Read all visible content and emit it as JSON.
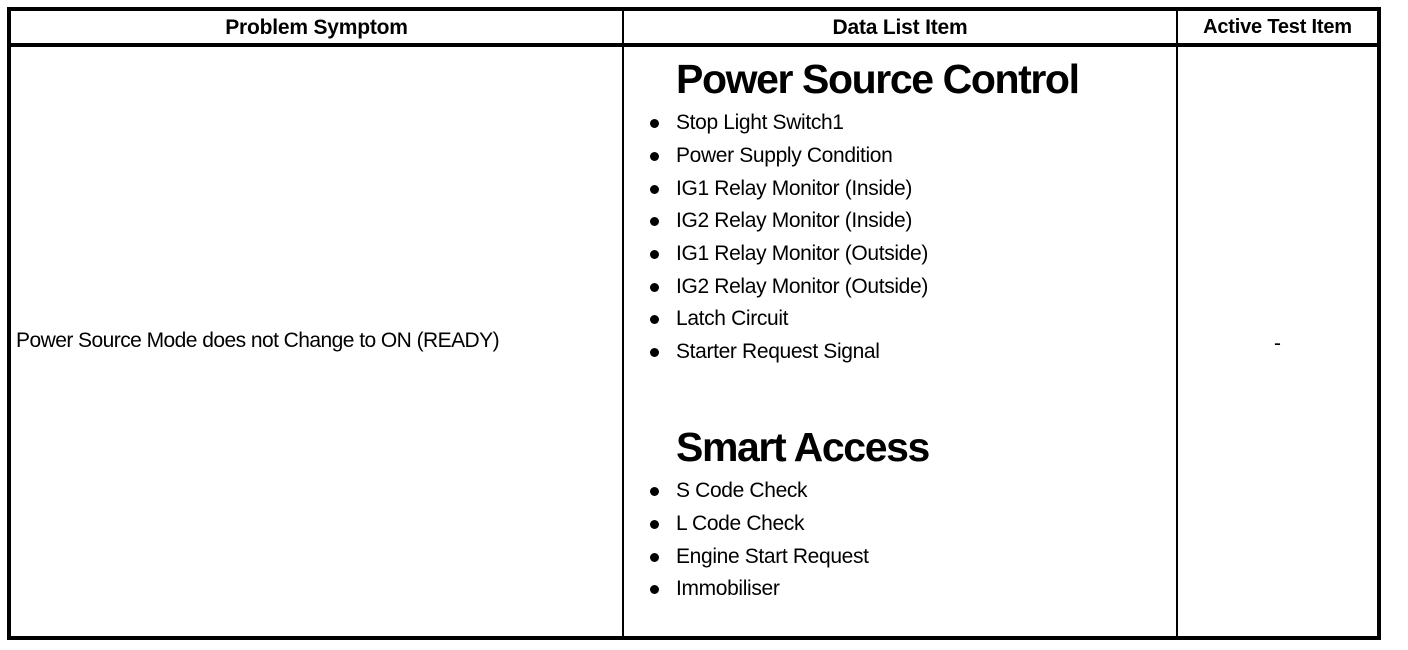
{
  "table": {
    "headers": [
      {
        "label": "Problem Symptom",
        "name": "header-problem-symptom"
      },
      {
        "label": "Data List Item",
        "name": "header-data-list-item"
      },
      {
        "label": "Active Test Item",
        "name": "header-active-test-item"
      }
    ],
    "row": {
      "problem_symptom": "Power Source Mode does not Change to ON (READY)",
      "active_test_item": "-",
      "data_list_groups": [
        {
          "title": "Power Source Control",
          "items": [
            "Stop Light Switch1",
            "Power Supply Condition",
            "IG1 Relay Monitor (Inside)",
            "IG2 Relay Monitor (Inside)",
            "IG1 Relay Monitor (Outside)",
            "IG2 Relay Monitor (Outside)",
            "Latch Circuit",
            "Starter Request Signal"
          ]
        },
        {
          "title": "Smart Access",
          "items": [
            "S Code Check",
            "L Code Check",
            "Engine Start Request",
            "Immobiliser"
          ]
        }
      ]
    }
  },
  "colors": {
    "border": "#000000",
    "text": "#000000",
    "background": "#ffffff"
  }
}
